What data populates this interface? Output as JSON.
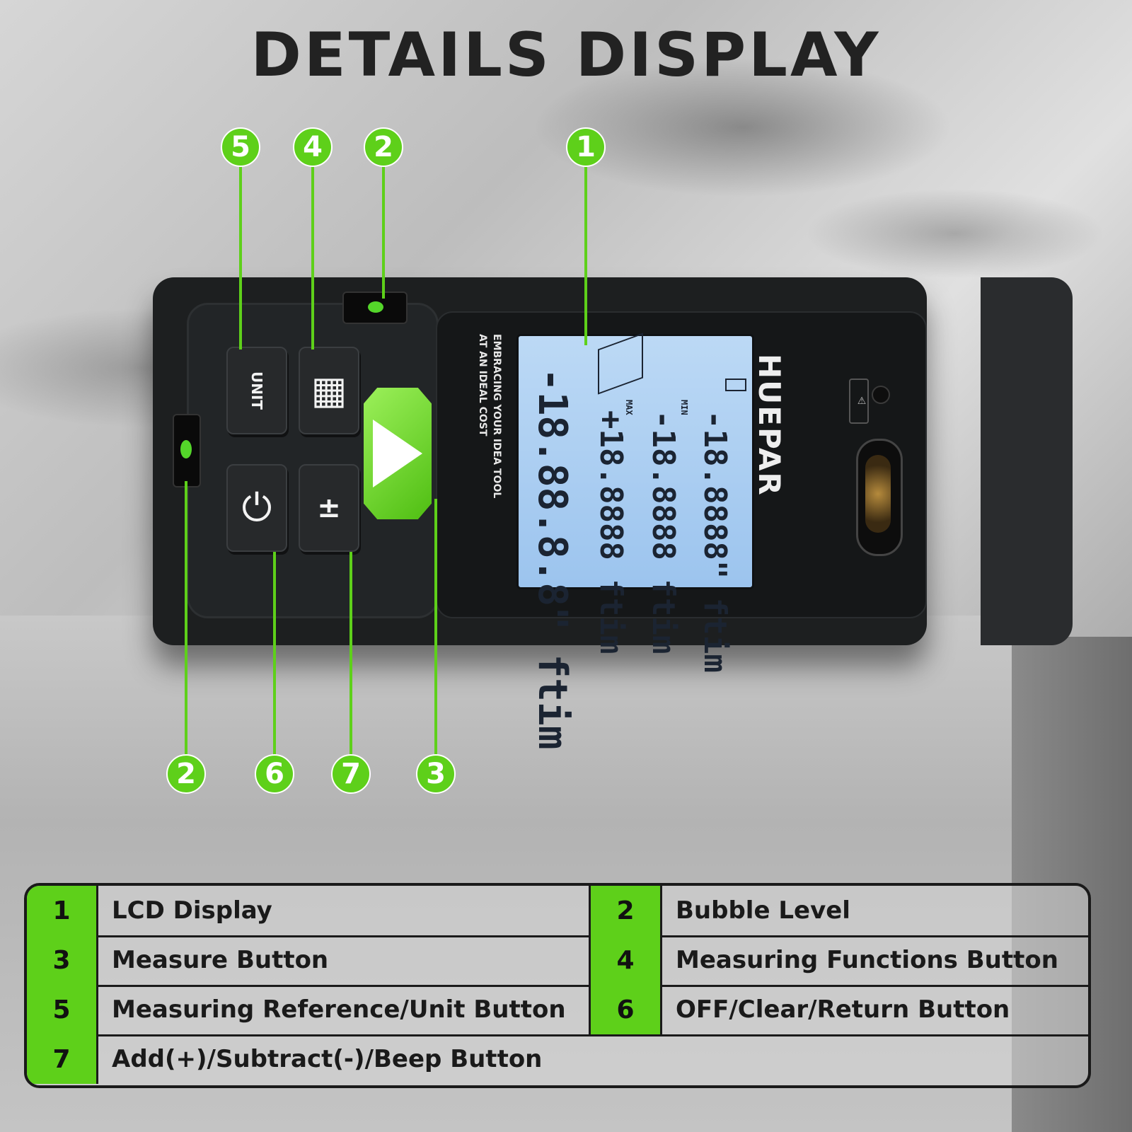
{
  "title": "DETAILS DISPLAY",
  "device": {
    "brand": "HUEPAR",
    "slogan_line1": "EMBRACING YOUR IDEA TOOL",
    "slogan_line2": "AT AN IDEAL COST",
    "unit_button_label": "UNIT",
    "lcd": {
      "line1": "-18.8888\" ftim",
      "line2": "-18.8888 ftim",
      "line3": "+18.8888 ftim",
      "line4": "-18.88.8.8\" ftim",
      "max_label": "MAX",
      "min_label": "MIN"
    }
  },
  "callouts": {
    "top": [
      "5",
      "4",
      "2",
      "1"
    ],
    "bottom": [
      "2",
      "6",
      "7",
      "3"
    ]
  },
  "legend": {
    "rows": [
      {
        "left_num": "1",
        "left_label": "LCD Display",
        "right_num": "2",
        "right_label": "Bubble Level"
      },
      {
        "left_num": "3",
        "left_label": "Measure Button",
        "right_num": "4",
        "right_label": "Measuring Functions Button"
      },
      {
        "left_num": "5",
        "left_label": "Measuring Reference/Unit Button",
        "right_num": "6",
        "right_label": "OFF/Clear/Return Button"
      },
      {
        "left_num": "7",
        "left_label": "Add(+)/Subtract(-)/Beep Button"
      }
    ]
  },
  "colors": {
    "accent": "#5ed01a",
    "lcd": "#a8cdf2",
    "device": "#1d1f20"
  }
}
